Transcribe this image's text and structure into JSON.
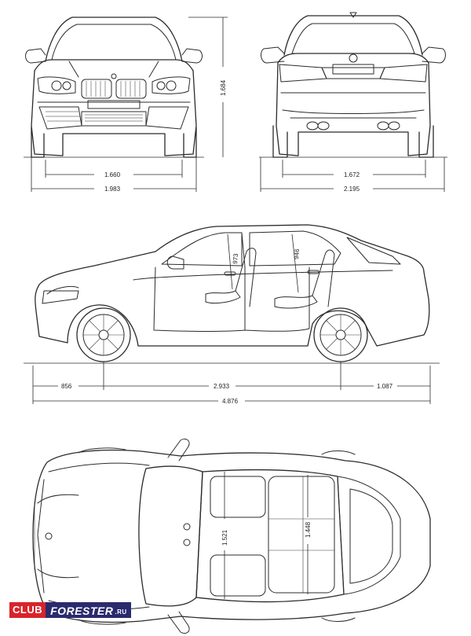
{
  "dimensions": {
    "front_track": "1.660",
    "front_width": "1.983",
    "height": "1.684",
    "rear_track": "1.672",
    "rear_width": "2.195",
    "front_overhang": "856",
    "wheelbase": "2.933",
    "rear_overhang": "1.087",
    "length": "4.876",
    "front_headroom": "973",
    "rear_headroom": "946",
    "front_shoulder": "1.521",
    "rear_shoulder": "1.448"
  },
  "watermark": {
    "club": "CLUB",
    "brand": "FORESTER",
    "tld": ".RU"
  },
  "colors": {
    "line": "#2b2b2b",
    "club_bg": "#d8242b",
    "brand_bg": "#2a2a6e"
  }
}
